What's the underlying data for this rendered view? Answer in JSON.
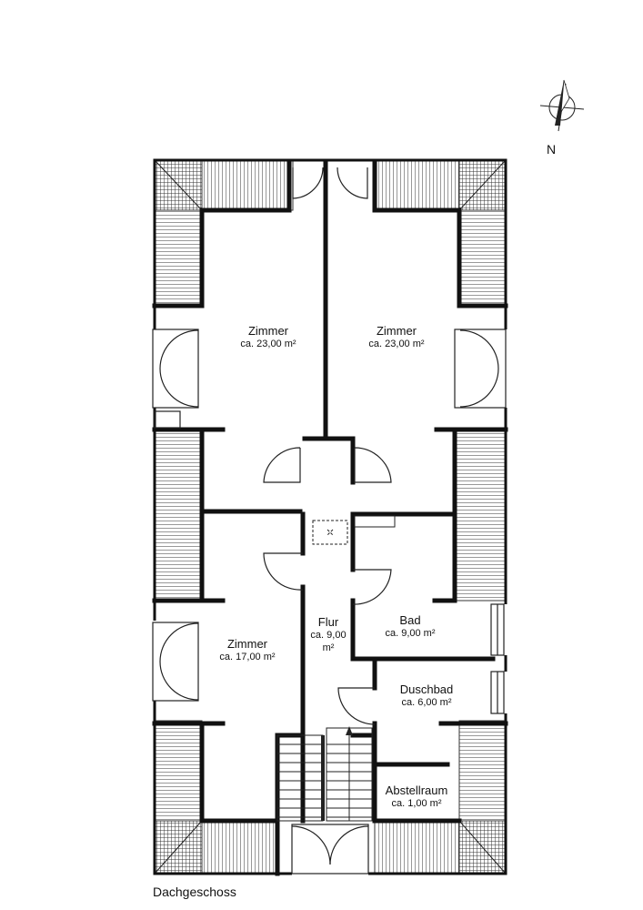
{
  "plan": {
    "floor_name": "Dachgeschoss",
    "north_label": "N",
    "rooms": [
      {
        "id": "room-zimmer-nw",
        "name": "Zimmer",
        "area": "ca. 23,00 m²"
      },
      {
        "id": "room-zimmer-ne",
        "name": "Zimmer",
        "area": "ca. 23,00 m²"
      },
      {
        "id": "room-zimmer-sw",
        "name": "Zimmer",
        "area": "ca. 17,00 m²"
      },
      {
        "id": "room-flur",
        "name": "Flur",
        "area_line1": "ca. 9,00",
        "area_line2": "m²"
      },
      {
        "id": "room-bad",
        "name": "Bad",
        "area": "ca. 9,00 m²"
      },
      {
        "id": "room-duschbad",
        "name": "Duschbad",
        "area": "ca. 6,00 m²"
      },
      {
        "id": "room-abstellraum",
        "name": "Abstellraum",
        "area": "ca. 1,00 m²"
      }
    ],
    "colors": {
      "wall": "#111111",
      "hatch": "#444444",
      "background": "#ffffff"
    }
  }
}
